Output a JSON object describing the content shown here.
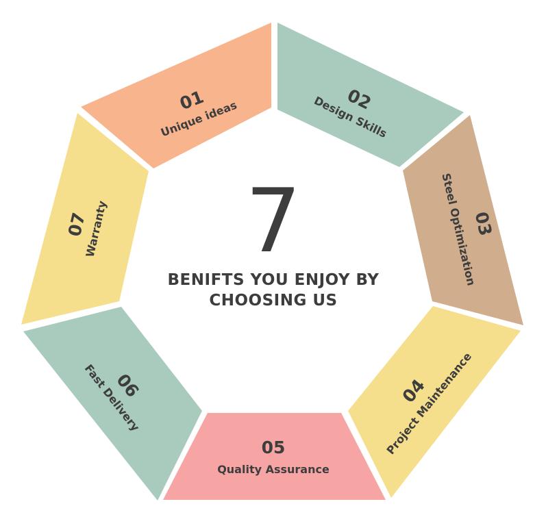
{
  "center": {
    "number": "7",
    "line1": "BENIFTS YOU ENJOY BY",
    "line2": "CHOOSING US"
  },
  "segments": [
    {
      "number": "01",
      "label": "Unique ideas",
      "color": "#F8B48C"
    },
    {
      "number": "02",
      "label": "Design Skills",
      "color": "#A9CBBE"
    },
    {
      "number": "03",
      "label": "Steel Optimization",
      "color": "#D0AD8D"
    },
    {
      "number": "04",
      "label": "Project Maintenance",
      "color": "#F5DE8C"
    },
    {
      "number": "05",
      "label": "Quality Assurance",
      "color": "#F6A5A4"
    },
    {
      "number": "06",
      "label": "Fast Delivery",
      "color": "#A9CBBE"
    },
    {
      "number": "07",
      "label": "Warranty",
      "color": "#F5DE8C"
    }
  ]
}
